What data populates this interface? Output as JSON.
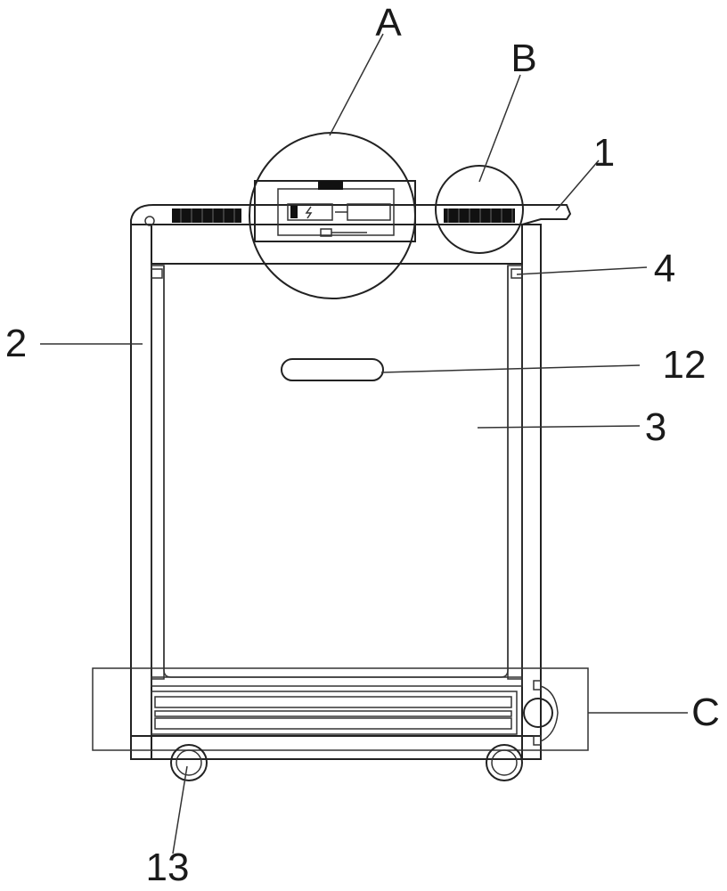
{
  "labels": {
    "A": "A",
    "B": "B",
    "part_1": "1",
    "part_2": "2",
    "part_3": "3",
    "part_4": "4",
    "part_12": "12",
    "C": "C",
    "part_13": "13"
  },
  "colors": {
    "line": "#222222",
    "fill_dark": "#111111",
    "background": "#ffffff"
  },
  "icons": {
    "battery": "battery-lightning-icon"
  }
}
